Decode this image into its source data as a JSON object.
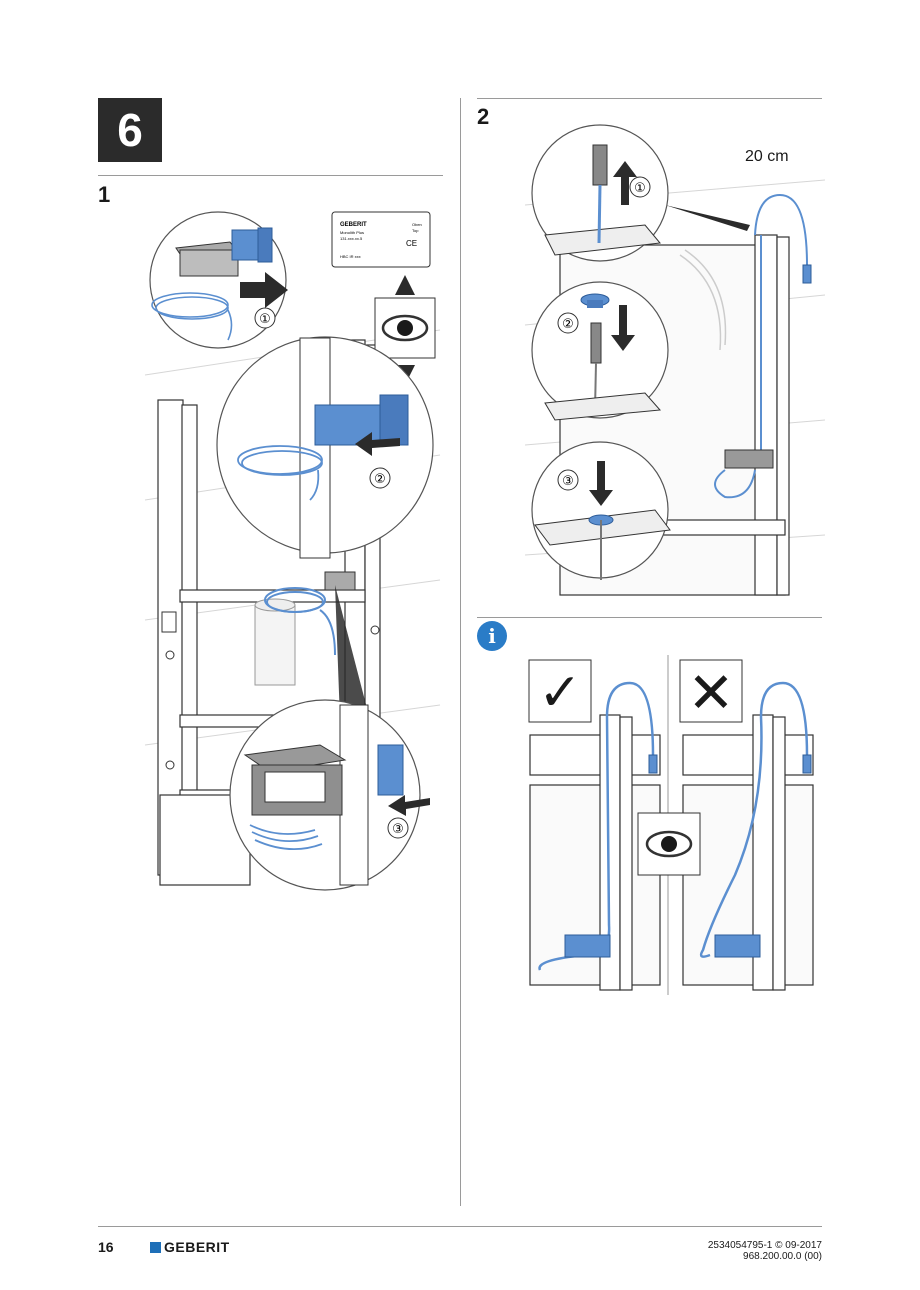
{
  "page": {
    "step_number": "6",
    "page_number": "16",
    "brand": "GEBERIT",
    "doc_id": "2534054795-1 © 09-2017",
    "doc_ref": "968.200.00.0 (00)"
  },
  "section1": {
    "label": "1",
    "callouts": [
      "①",
      "②",
      "③"
    ],
    "product_label": {
      "brand": "GEBERIT",
      "line1": "Monolith Plus",
      "line2": "131.xxx.xx.5",
      "line3": "HBC IR xxx",
      "arrows": "Oben",
      "arrows2": "Top"
    }
  },
  "section2": {
    "label": "2",
    "callouts": [
      "①",
      "②",
      "③"
    ],
    "dimension": "20 cm"
  },
  "info": {
    "icon": "i",
    "correct_mark": "✓",
    "wrong_mark": "✕"
  },
  "colors": {
    "accent_blue": "#5b8fd0",
    "dark_box": "#2b2b2b",
    "info_blue": "#2a7cc7"
  }
}
